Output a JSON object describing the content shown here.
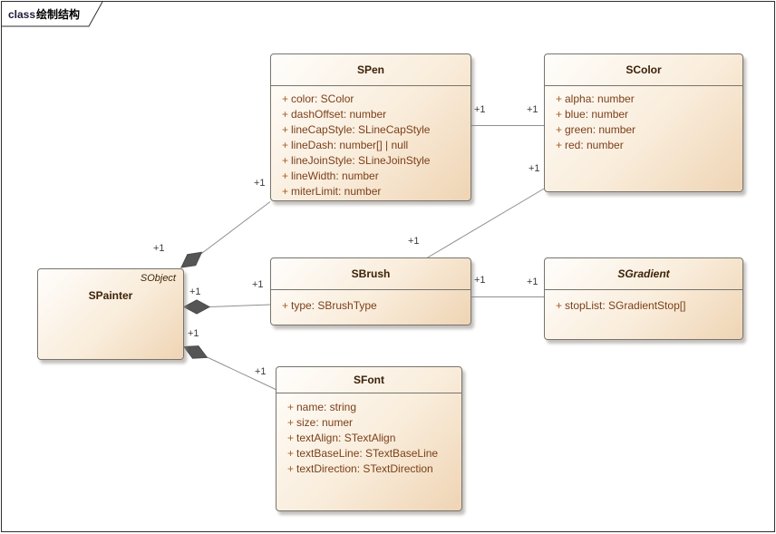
{
  "frame": {
    "keyword": "class",
    "diagram_name": "绘制结构"
  },
  "multiplicity": {
    "label": "+1"
  },
  "style": {
    "box_gradient_start": "#fffefc",
    "box_gradient_end": "#efd4b4",
    "box_border": "#77746d",
    "class_name_color": "#3c2108",
    "attribute_color": "#7b3f19",
    "visibility_color": "#a55d25",
    "line_color": "#8f8f8f",
    "diamond_color": "#555555"
  },
  "classes": {
    "spainter": {
      "name": "SPainter",
      "stereotype": "SObject"
    },
    "spen": {
      "name": "SPen",
      "attrs": [
        {
          "vis": "+",
          "text": "color: SColor"
        },
        {
          "vis": "+",
          "text": "dashOffset: number"
        },
        {
          "vis": "+",
          "text": "lineCapStyle: SLineCapStyle"
        },
        {
          "vis": "+",
          "text": "lineDash: number[] | null"
        },
        {
          "vis": "+",
          "text": "lineJoinStyle: SLineJoinStyle"
        },
        {
          "vis": "+",
          "text": "lineWidth: number"
        },
        {
          "vis": "+",
          "text": "miterLimit: number"
        }
      ]
    },
    "scolor": {
      "name": "SColor",
      "attrs": [
        {
          "vis": "+",
          "text": "alpha: number"
        },
        {
          "vis": "+",
          "text": "blue: number"
        },
        {
          "vis": "+",
          "text": "green: number"
        },
        {
          "vis": "+",
          "text": "red: number"
        }
      ]
    },
    "sbrush": {
      "name": "SBrush",
      "attrs": [
        {
          "vis": "+",
          "text": "type: SBrushType"
        }
      ]
    },
    "sgradient": {
      "name": "SGradient",
      "abstract": true,
      "attrs": [
        {
          "vis": "+",
          "text": "stopList: SGradientStop[]"
        }
      ]
    },
    "sfont": {
      "name": "SFont",
      "attrs": [
        {
          "vis": "+",
          "text": "name: string"
        },
        {
          "vis": "+",
          "text": "size: numer"
        },
        {
          "vis": "+",
          "text": "textAlign: STextAlign"
        },
        {
          "vis": "+",
          "text": "textBaseLine: STextBaseLine"
        },
        {
          "vis": "+",
          "text": "textDirection: STextDirection"
        }
      ]
    }
  }
}
